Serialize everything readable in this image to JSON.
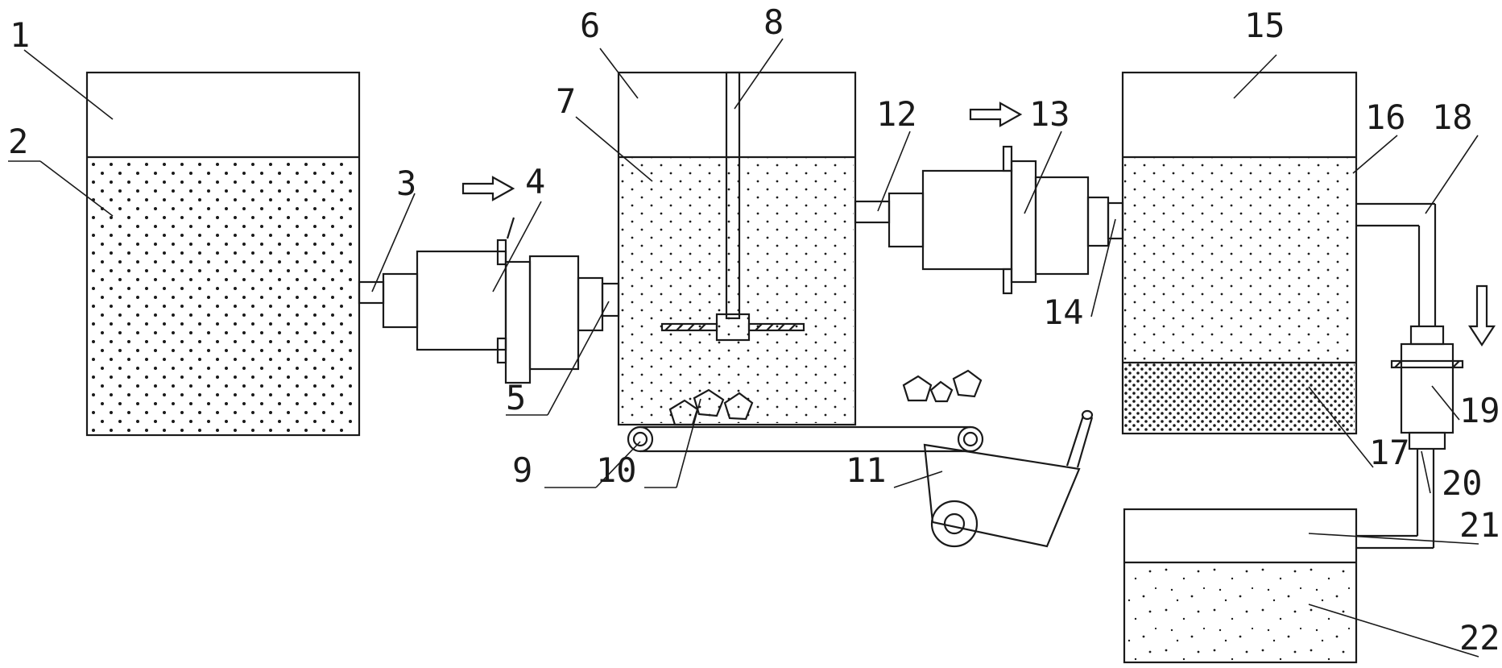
{
  "labels": {
    "l1": "1",
    "l2": "2",
    "l3": "3",
    "l4": "4",
    "l5": "5",
    "l6": "6",
    "l7": "7",
    "l8": "8",
    "l9": "9",
    "l10": "10",
    "l11": "11",
    "l12": "12",
    "l13": "13",
    "l14": "14",
    "l15": "15",
    "l16": "16",
    "l17": "17",
    "l18": "18",
    "l19": "19",
    "l20": "20",
    "l21": "21",
    "l22": "22"
  },
  "colors": {
    "line": "#1a1a1a",
    "background": "#ffffff"
  }
}
